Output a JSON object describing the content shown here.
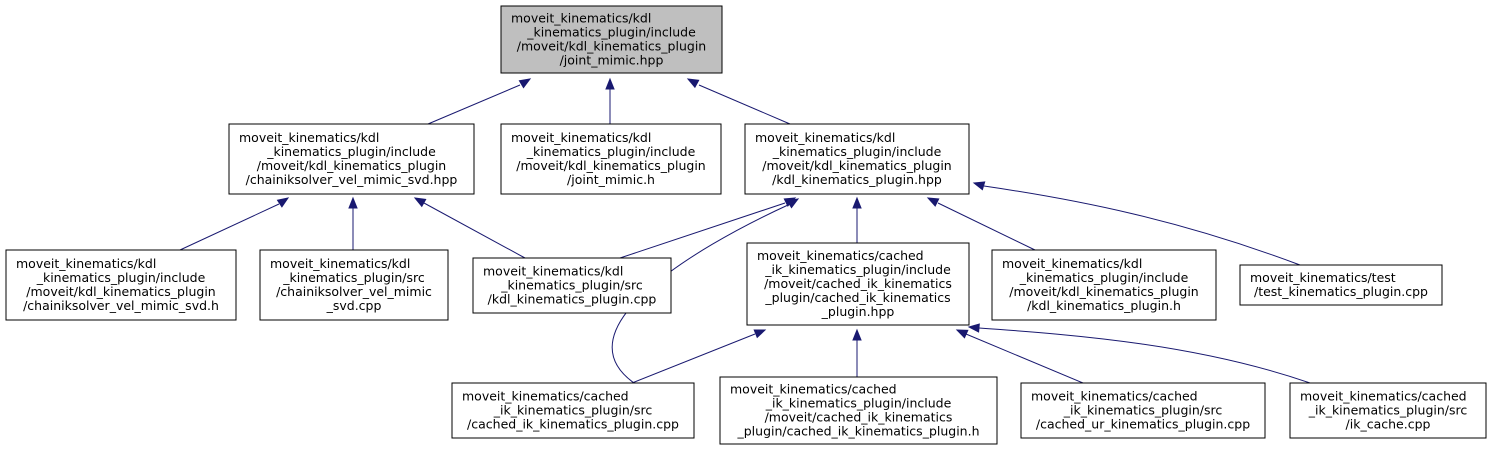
{
  "graph": {
    "nodes": [
      {
        "id": "n0",
        "lines": [
          "moveit_kinematics/kdl",
          "_kinematics_plugin/include",
          "/moveit/kdl_kinematics_plugin",
          "/joint_mimic.hpp"
        ],
        "highlight": true
      },
      {
        "id": "n1",
        "lines": [
          "moveit_kinematics/kdl",
          "_kinematics_plugin/include",
          "/moveit/kdl_kinematics_plugin",
          "/chainiksolver_vel_mimic_svd.hpp"
        ]
      },
      {
        "id": "n2",
        "lines": [
          "moveit_kinematics/kdl",
          "_kinematics_plugin/include",
          "/moveit/kdl_kinematics_plugin",
          "/joint_mimic.h"
        ]
      },
      {
        "id": "n3",
        "lines": [
          "moveit_kinematics/kdl",
          "_kinematics_plugin/include",
          "/moveit/kdl_kinematics_plugin",
          "/kdl_kinematics_plugin.hpp"
        ]
      },
      {
        "id": "n4",
        "lines": [
          "moveit_kinematics/kdl",
          "_kinematics_plugin/include",
          "/moveit/kdl_kinematics_plugin",
          "/chainiksolver_vel_mimic_svd.h"
        ]
      },
      {
        "id": "n5",
        "lines": [
          "moveit_kinematics/kdl",
          "_kinematics_plugin/src",
          "/chainiksolver_vel_mimic",
          "_svd.cpp"
        ]
      },
      {
        "id": "n6",
        "lines": [
          "moveit_kinematics/kdl",
          "_kinematics_plugin/src",
          "/kdl_kinematics_plugin.cpp"
        ]
      },
      {
        "id": "n7",
        "lines": [
          "moveit_kinematics/cached",
          "_ik_kinematics_plugin/include",
          "/moveit/cached_ik_kinematics",
          "_plugin/cached_ik_kinematics",
          "_plugin.hpp"
        ]
      },
      {
        "id": "n8",
        "lines": [
          "moveit_kinematics/kdl",
          "_kinematics_plugin/include",
          "/moveit/kdl_kinematics_plugin",
          "/kdl_kinematics_plugin.h"
        ]
      },
      {
        "id": "n9",
        "lines": [
          "moveit_kinematics/test",
          "/test_kinematics_plugin.cpp"
        ]
      },
      {
        "id": "n10",
        "lines": [
          "moveit_kinematics/cached",
          "_ik_kinematics_plugin/src",
          "/cached_ik_kinematics_plugin.cpp"
        ]
      },
      {
        "id": "n11",
        "lines": [
          "moveit_kinematics/cached",
          "_ik_kinematics_plugin/include",
          "/moveit/cached_ik_kinematics",
          "_plugin/cached_ik_kinematics_plugin.h"
        ]
      },
      {
        "id": "n12",
        "lines": [
          "moveit_kinematics/cached",
          "_ik_kinematics_plugin/src",
          "/cached_ur_kinematics_plugin.cpp"
        ]
      },
      {
        "id": "n13",
        "lines": [
          "moveit_kinematics/cached",
          "_ik_kinematics_plugin/src",
          "/ik_cache.cpp"
        ]
      }
    ],
    "edges": [
      {
        "from": "n0",
        "to": "n1"
      },
      {
        "from": "n0",
        "to": "n2"
      },
      {
        "from": "n0",
        "to": "n3"
      },
      {
        "from": "n1",
        "to": "n4"
      },
      {
        "from": "n1",
        "to": "n5"
      },
      {
        "from": "n1",
        "to": "n6"
      },
      {
        "from": "n3",
        "to": "n6"
      },
      {
        "from": "n3",
        "to": "n10"
      },
      {
        "from": "n3",
        "to": "n7"
      },
      {
        "from": "n3",
        "to": "n8"
      },
      {
        "from": "n3",
        "to": "n9"
      },
      {
        "from": "n7",
        "to": "n10"
      },
      {
        "from": "n7",
        "to": "n11"
      },
      {
        "from": "n7",
        "to": "n12"
      },
      {
        "from": "n7",
        "to": "n13"
      }
    ],
    "colors": {
      "edge": "#191970",
      "highlight_fill": "#bfbfbf",
      "border": "#000000",
      "fill": "#ffffff"
    }
  }
}
